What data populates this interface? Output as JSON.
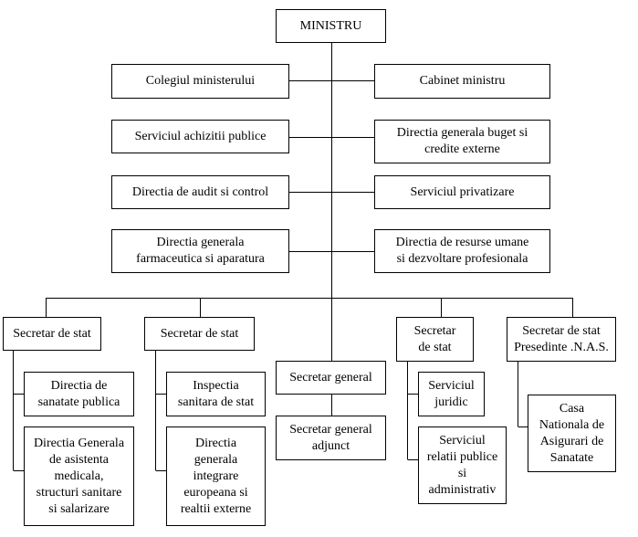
{
  "chart": {
    "root": "MINISTRU",
    "staff_left": [
      "Colegiul ministerului",
      "Serviciul achizitii publice",
      "Directia de audit si control",
      "Directia generala\nfarmaceutica si aparatura"
    ],
    "staff_right": [
      "Cabinet ministru",
      "Directia generala buget si\ncredite externe",
      "Serviciul privatizare",
      "Directia de resurse umane\nsi dezvoltare profesionala"
    ],
    "secretaries": [
      {
        "title": "Secretar de stat",
        "units": [
          "Directia de\nsanatate publica",
          "Directia Generala\nde asistenta\nmedicala,\nstructuri sanitare\nsi salarizare"
        ]
      },
      {
        "title": "Secretar de stat",
        "units": [
          "Inspectia\nsanitara de stat",
          "Directia\ngenerala\nintegrare\neuropeana si\nrealtii externe"
        ]
      },
      {
        "title": "Secretar general",
        "units": [
          "Secretar general\nadjunct"
        ]
      },
      {
        "title": "Secretar\nde stat",
        "units": [
          "Serviciul\njuridic",
          "Serviciul\nrelatii publice\nsi\nadministrativ"
        ]
      },
      {
        "title": "Secretar de stat\nPresedinte .N.A.S.",
        "units": [
          "Casa\nNationala de\nAsigurari de\nSanatate"
        ]
      }
    ]
  }
}
